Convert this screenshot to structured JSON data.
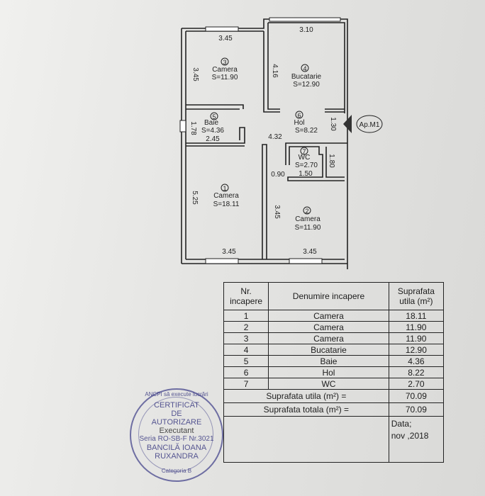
{
  "plan": {
    "apartment_label": "Ap.M1",
    "rooms": [
      {
        "nr": "1",
        "name": "Camera",
        "area": "S=18.11"
      },
      {
        "nr": "2",
        "name": "Camera",
        "area": "S=11.90"
      },
      {
        "nr": "3",
        "name": "Camera",
        "area": "S=11.90"
      },
      {
        "nr": "4",
        "name": "Bucatarie",
        "area": "S=12.90"
      },
      {
        "nr": "5",
        "name": "Baie",
        "area": "S=4.36"
      },
      {
        "nr": "6",
        "name": "Hol",
        "area": "S=8.22"
      },
      {
        "nr": "7",
        "name": "WC",
        "area": "S=2.70"
      }
    ],
    "dims": {
      "r3_top": "3.45",
      "r3_left": "3.45",
      "r4_top": "3.10",
      "r4_left": "4.16",
      "baie_left": "1.78",
      "baie_bottom": "2.45",
      "hol": "4.32",
      "door": "1.30",
      "wc_right": "1.80",
      "wc_bottom": "1.50",
      "wc_left": "0.90",
      "r1_left": "5.25",
      "r1_bottom": "3.45",
      "r2_left": "3.45",
      "r2_bottom": "3.45"
    }
  },
  "table": {
    "headers": {
      "nr": "Nr. incapere",
      "name": "Denumire incapere",
      "area": "Suprafata utila (m²)"
    },
    "rows": [
      {
        "nr": "1",
        "name": "Camera",
        "area": "18.11"
      },
      {
        "nr": "2",
        "name": "Camera",
        "area": "11.90"
      },
      {
        "nr": "3",
        "name": "Camera",
        "area": "11.90"
      },
      {
        "nr": "4",
        "name": "Bucatarie",
        "area": "12.90"
      },
      {
        "nr": "5",
        "name": "Baie",
        "area": "4.36"
      },
      {
        "nr": "6",
        "name": "Hol",
        "area": "8.22"
      },
      {
        "nr": "7",
        "name": "WC",
        "area": "2.70"
      }
    ],
    "util_label": "Suprafata utila  (m²) =",
    "util_value": "70.09",
    "total_label": "Suprafata totala (m²) =",
    "total_value": "70.09",
    "date_label": "Data;",
    "date_value": "nov ,2018"
  },
  "stamp": {
    "ring_top": "ANCPI să execute lucrări",
    "line1": "CERTIFICAT",
    "line2": "DE",
    "line3": "AUTORIZARE",
    "line4": "Executant",
    "line5": "Seria RO-SB-F Nr.3021",
    "line6": "BANCILĂ IOANA",
    "line7": "RUXANDRA",
    "ring_bottom": "Categoria B"
  },
  "colors": {
    "ink": "#222222",
    "stamp": "#46468c",
    "paper": "#e4e4e2"
  }
}
